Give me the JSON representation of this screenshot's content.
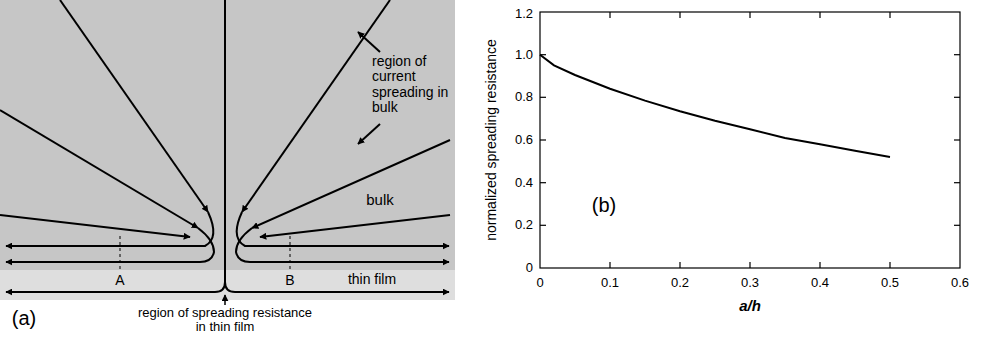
{
  "diagram": {
    "nodes": [
      {
        "text": [
          "bulk"
        ]
      },
      {
        "text": [
          "thin film"
        ]
      }
    ],
    "labels": [
      "region of current spreading in bulk",
      "A",
      "B",
      "region of spreading resistance in thin film",
      "(a)",
      "normalized spreading resistance",
      "0",
      "0.2",
      "0.4",
      "0.6",
      "0.8",
      "1.0",
      "1.2",
      "0",
      "0.1",
      "0.2",
      "0.3",
      "0.4",
      "0.5",
      "0.6",
      "a/h",
      "(b)"
    ]
  }
}
